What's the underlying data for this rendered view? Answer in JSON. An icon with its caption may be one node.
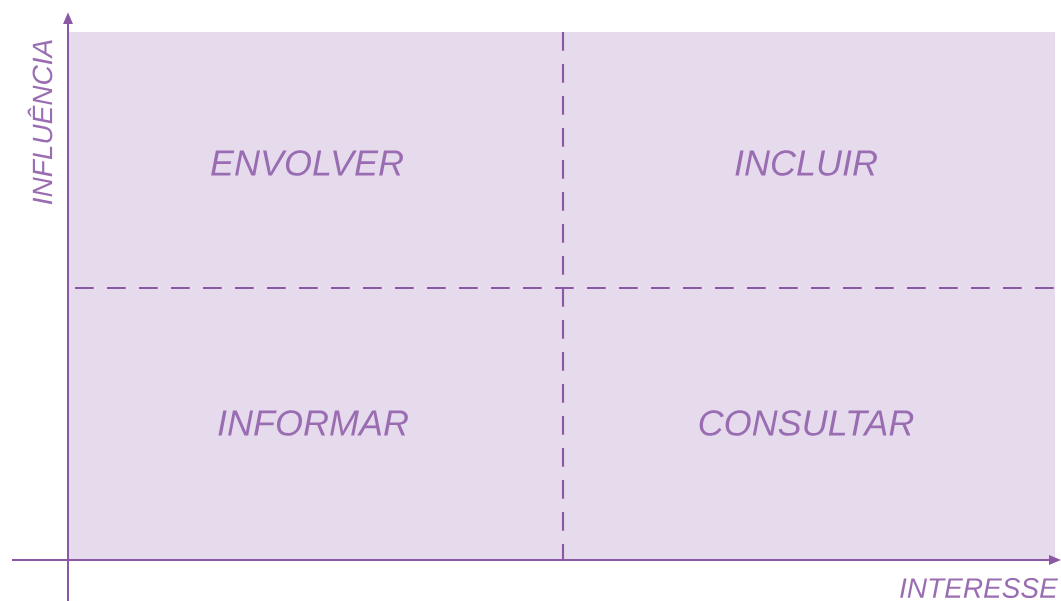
{
  "diagram": {
    "labels": [
      "INFLUÊNCIA",
      "ENVOLVER",
      "INCLUIR",
      "INFORMAR",
      "CONSULTAR",
      "INTERESSE"
    ]
  }
}
